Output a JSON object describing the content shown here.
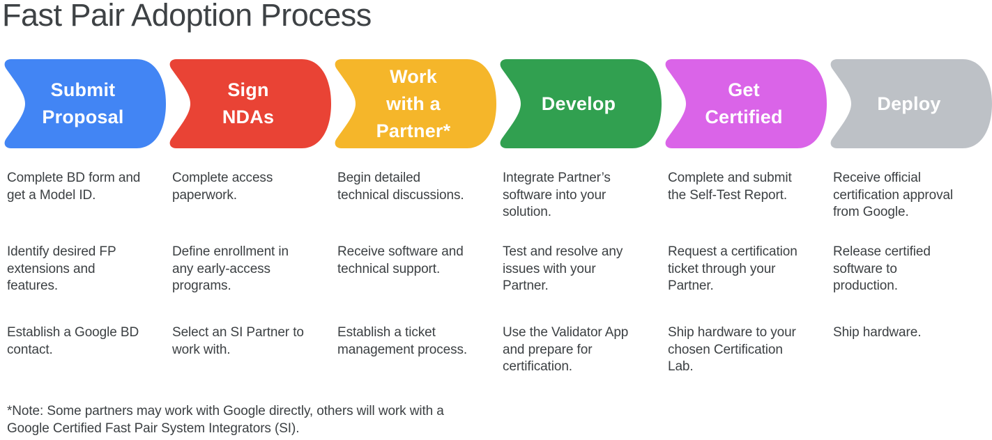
{
  "title": "Fast Pair Adoption Process",
  "stages": [
    {
      "label": "Submit\nProposal",
      "color": "#4285F4",
      "tasks": [
        "Complete BD form and\nget a Model ID.",
        "Identify desired FP\nextensions and\nfeatures.",
        "Establish a Google BD\ncontact."
      ]
    },
    {
      "label": "Sign\nNDAs",
      "color": "#E94335",
      "tasks": [
        "Complete access\npaperwork.",
        "Define enrollment in\nany early-access\nprograms.",
        "Select an SI Partner to\nwork with."
      ]
    },
    {
      "label": "Work\nwith a\nPartner*",
      "color": "#F5B62A",
      "tasks": [
        "Begin detailed\ntechnical discussions.",
        "Receive software and\ntechnical support.",
        "Establish a ticket\nmanagement process."
      ]
    },
    {
      "label": "Develop",
      "color": "#31A050",
      "tasks": [
        "Integrate Partner’s\nsoftware into your\nsolution.",
        "Test and resolve any\nissues with your\nPartner.",
        "Use the Validator App\nand prepare for\ncertification."
      ]
    },
    {
      "label": "Get\nCertified",
      "color": "#DA64E8",
      "tasks": [
        "Complete and submit\nthe Self-Test Report.",
        "Request a certification\nticket through your\nPartner.",
        "Ship hardware to your\nchosen Certification\nLab."
      ]
    },
    {
      "label": "Deploy",
      "color": "#BDC1C6",
      "tasks": [
        "Receive official\ncertification approval\nfrom Google.",
        "Release certified\nsoftware to\nproduction.",
        "Ship hardware."
      ]
    }
  ],
  "note": "*Note: Some partners may work with Google directly, others will work with a\nGoogle Certified Fast Pair System Integrators (SI)."
}
